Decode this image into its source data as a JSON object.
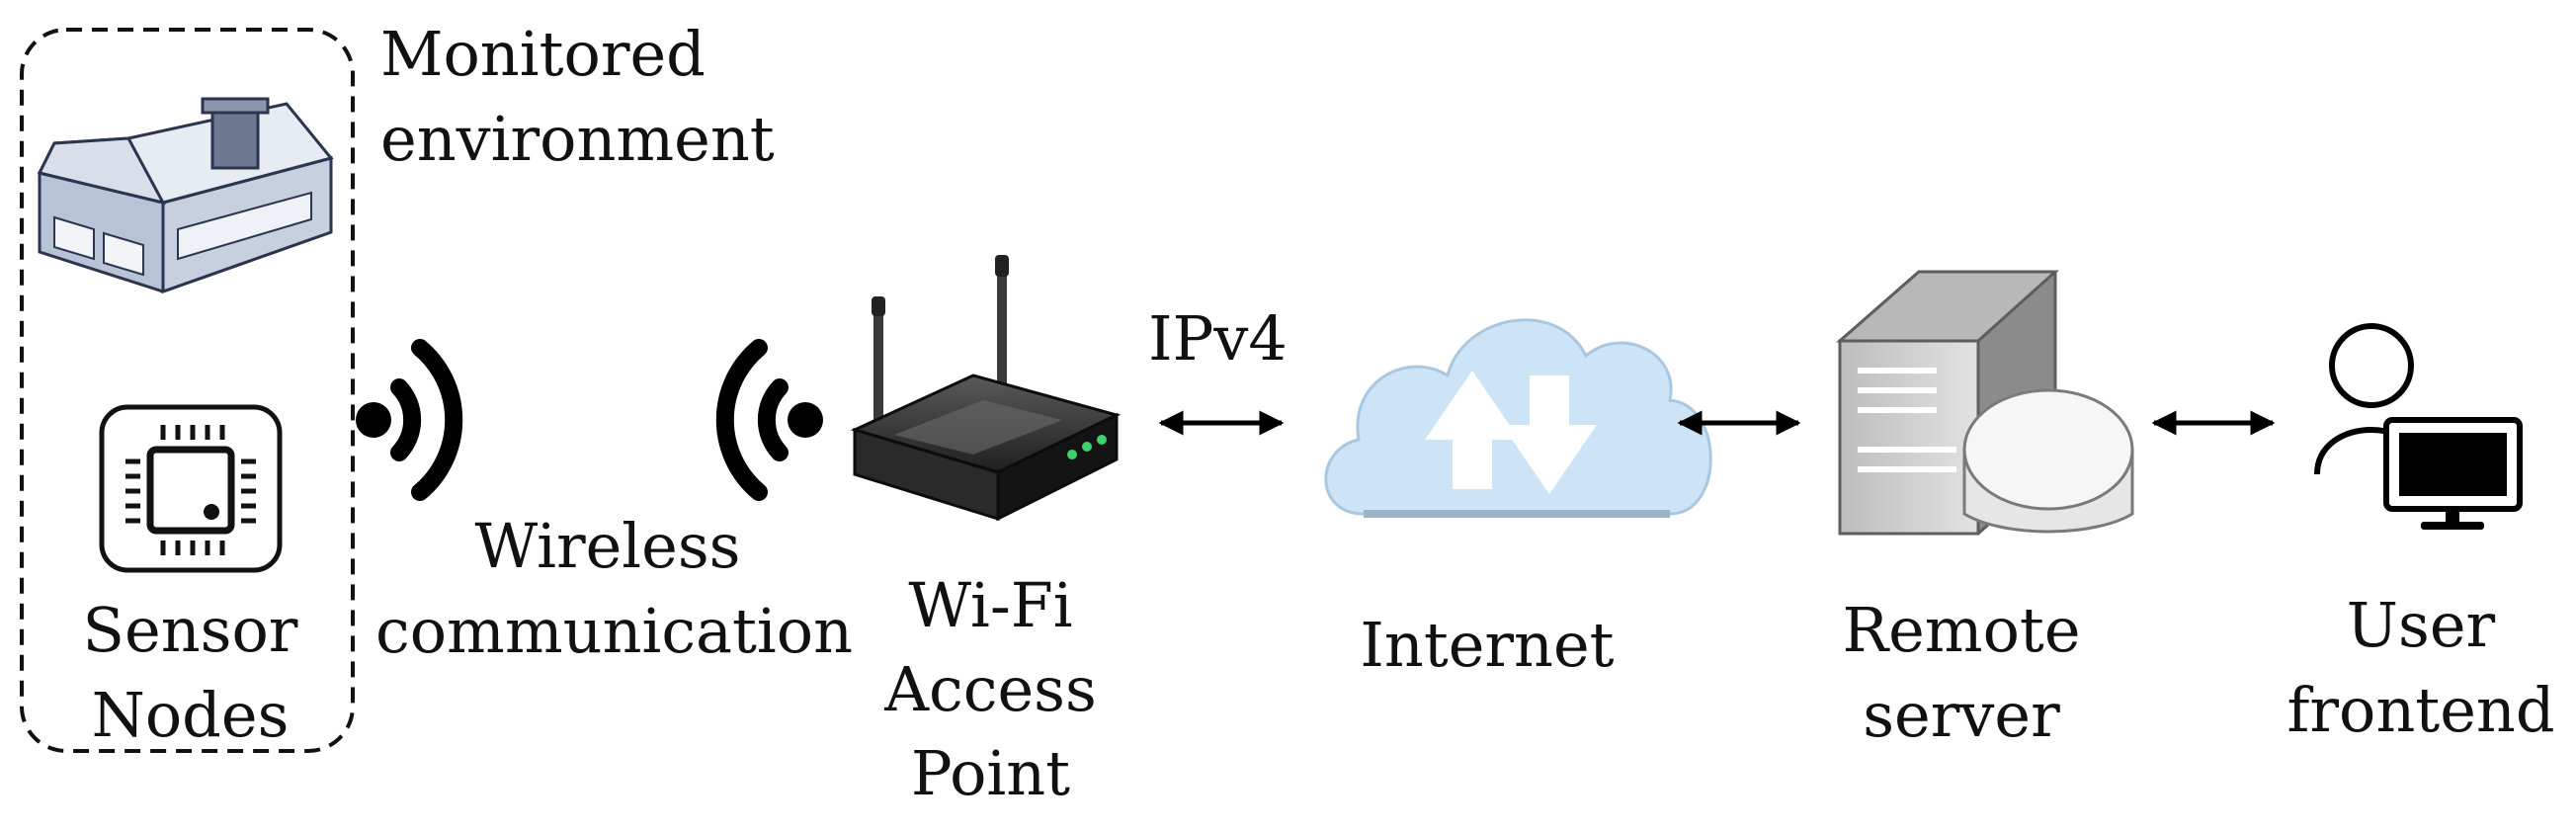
{
  "environment": {
    "label_line1": "Monitored",
    "label_line2": "environment"
  },
  "sensor": {
    "label_line1": "Sensor",
    "label_line2": "Nodes"
  },
  "wireless": {
    "label_line1": "Wireless",
    "label_line2": "communication"
  },
  "access_point": {
    "label_line1": "Wi-Fi",
    "label_line2": "Access",
    "label_line3": "Point"
  },
  "protocol": {
    "label": "IPv4"
  },
  "internet": {
    "label": "Internet"
  },
  "server": {
    "label_line1": "Remote",
    "label_line2": "server"
  },
  "user": {
    "label_line1": "User",
    "label_line2": "frontend"
  },
  "colors": {
    "cloud": "#cde3f6",
    "house_wall": "#bcc6d8",
    "house_roof": "#e5e9f1",
    "server": "#d6d6d6",
    "router": "#1e1e1e",
    "led": "#3fd16a"
  }
}
